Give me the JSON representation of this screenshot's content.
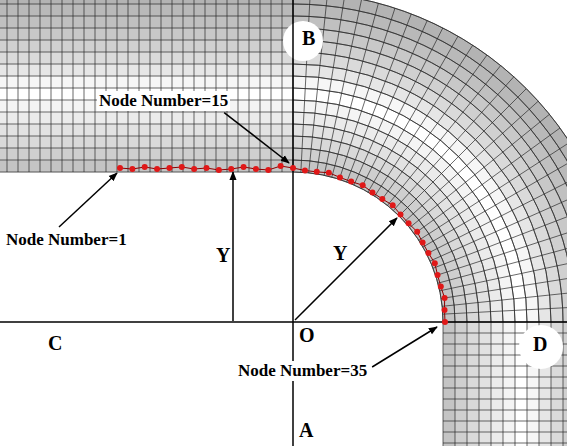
{
  "diagram": {
    "labels": [
      "B",
      "Node Number=15",
      "Node Number=1",
      "Y",
      "Y",
      "C",
      "O",
      "D",
      "Node Number=35",
      "A"
    ]
  }
}
